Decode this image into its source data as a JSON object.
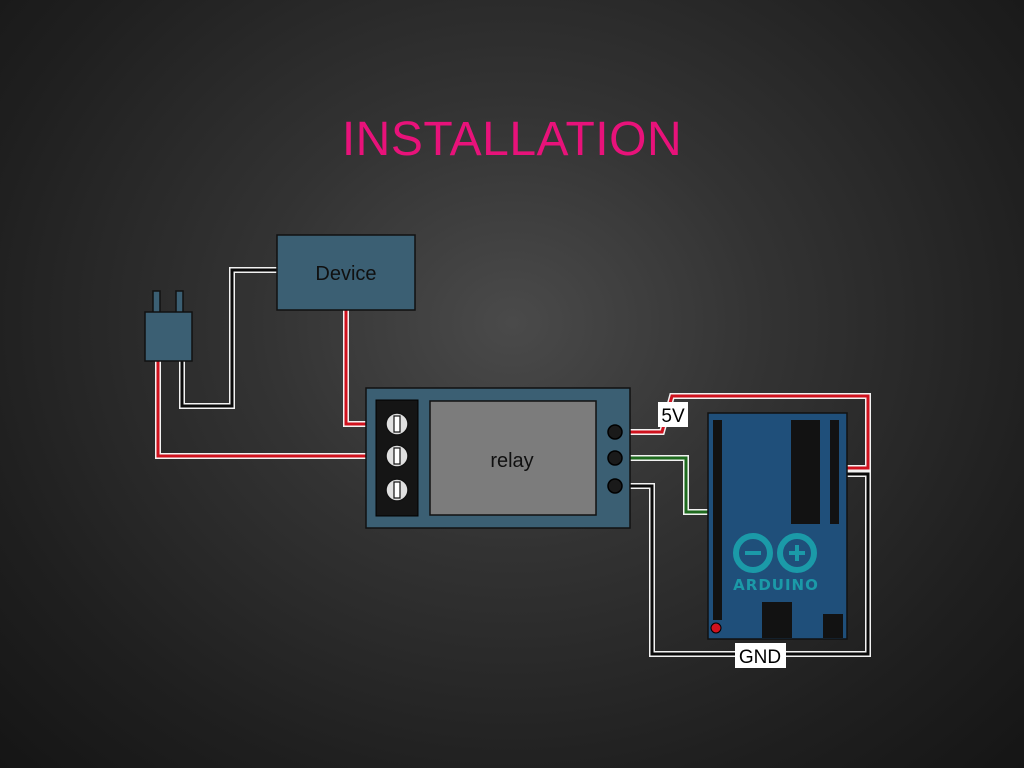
{
  "slide": {
    "title": "INSTALLATION"
  },
  "diagram": {
    "device_label": "Device",
    "relay_label": "relay",
    "board_logo_text": "ARDUINO",
    "pin_5v_label": "5V",
    "pin_gnd_label": "GND"
  },
  "colors": {
    "title": "#e8127a",
    "wire_power": "#d0121e",
    "wire_ground": "#0a0a0a",
    "wire_signal": "#1f6b1f",
    "module_fill": "#3b5f73",
    "board_fill": "#1f4f7a",
    "logo_teal": "#1b9aa8"
  }
}
